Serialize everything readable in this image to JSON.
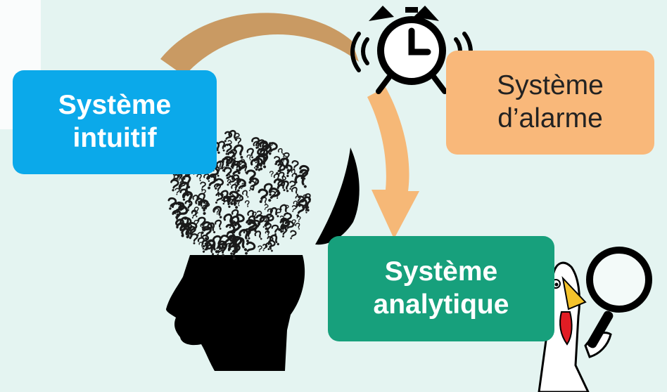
{
  "boxes": {
    "intuitive": "Système\nintuitif",
    "alarm": "Système\nd’alarme",
    "analytic": "Système\nanalytique"
  },
  "icons": [
    "alarm-clock-icon",
    "head-silhouette-icon",
    "question-marks-icon",
    "magnifying-glass-icon",
    "rooster-icon",
    "curved-arrow-icon"
  ],
  "colors": {
    "background": "#e4f4f1",
    "intuitive_box": "#0ba9ea",
    "alarm_box": "#f9b87a",
    "analytic_box": "#17a07c",
    "arrow_brown": "#c99a63",
    "arrow_orange": "#f6b877"
  }
}
